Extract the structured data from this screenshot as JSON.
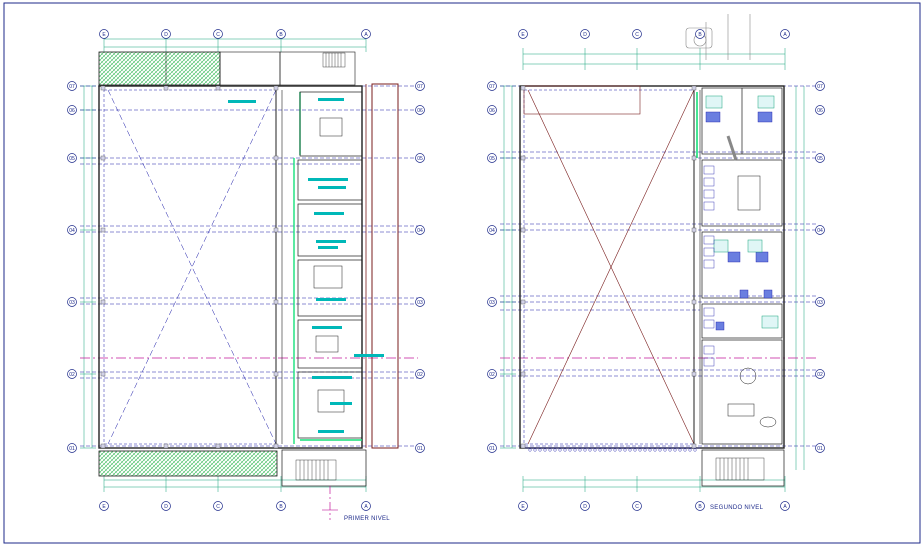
{
  "drawing": {
    "plan_left": {
      "title": "PRIMER NIVEL",
      "top_axes": [
        "E",
        "D",
        "C",
        "B",
        "A"
      ],
      "side_axes": [
        "07",
        "06",
        "05",
        "04",
        "03",
        "02",
        "01"
      ]
    },
    "plan_right": {
      "title": "SEGUNDO NIVEL",
      "top_axes": [
        "E",
        "D",
        "C",
        "B",
        "A"
      ],
      "side_axes": [
        "07",
        "06",
        "05",
        "04",
        "03",
        "02",
        "01"
      ]
    }
  },
  "colors": {
    "frame": "#1d2a8a",
    "grid_axis": "#1a1aa8",
    "dimension": "#16a37a",
    "wall": "#7a1e1e",
    "center_line": "#c2189a",
    "hatch": "#25b34a",
    "furniture": "#00b8b8",
    "partition": "#16e07a"
  },
  "icons": {
    "axis_bubble": "circle-axis-marker-icon",
    "north_arrow": "north-arrow-icon",
    "stair": "stair-icon",
    "desk": "desk-icon"
  }
}
